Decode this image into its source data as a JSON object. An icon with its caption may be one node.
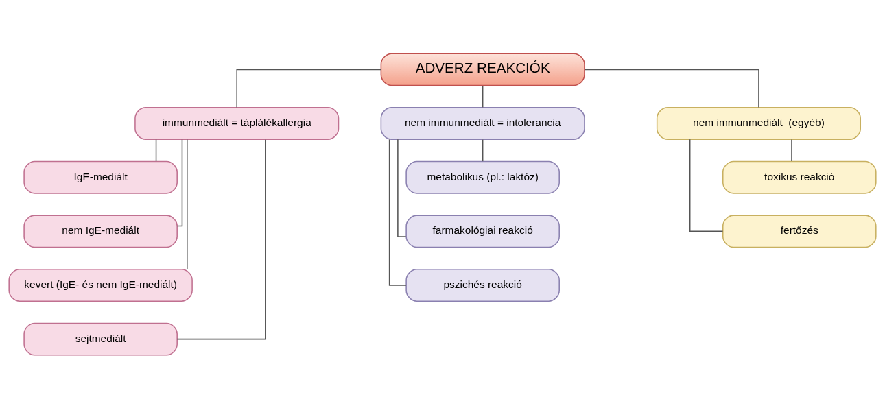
{
  "diagram": {
    "nodes": [
      {
        "text": [
          "ADVERZ REAKCIÓK"
        ]
      },
      {
        "text": [
          "immunmediált = táplálékallergia"
        ]
      },
      {
        "text": [
          "nem immunmediált = intolerancia"
        ]
      },
      {
        "text": [
          "nem immunmediált  (egyéb)"
        ]
      },
      {
        "text": [
          "IgE-mediált"
        ]
      },
      {
        "text": [
          "nem IgE-mediált"
        ]
      },
      {
        "text": [
          "kevert (IgE- és nem IgE-mediált)"
        ]
      },
      {
        "text": [
          "sejtmediált"
        ]
      },
      {
        "text": [
          "metabolikus (pl.: laktóz)"
        ]
      },
      {
        "text": [
          "farmakológiai reakció"
        ]
      },
      {
        "text": [
          "pszichés reakció"
        ]
      },
      {
        "text": [
          "toxikus reakció"
        ]
      },
      {
        "text": [
          "fertőzés"
        ]
      }
    ],
    "edges": [
      {
        "from": 0,
        "to": 1,
        "arrow": "none"
      },
      {
        "from": 0,
        "to": 2,
        "arrow": "none"
      },
      {
        "from": 0,
        "to": 3,
        "arrow": "none"
      },
      {
        "from": 1,
        "to": 4,
        "arrow": "none"
      },
      {
        "from": 1,
        "to": 5,
        "arrow": "none"
      },
      {
        "from": 1,
        "to": 6,
        "arrow": "none"
      },
      {
        "from": 1,
        "to": 7,
        "arrow": "none"
      },
      {
        "from": 2,
        "to": 8,
        "arrow": "none"
      },
      {
        "from": 2,
        "to": 9,
        "arrow": "none"
      },
      {
        "from": 2,
        "to": 10,
        "arrow": "none"
      },
      {
        "from": 3,
        "to": 11,
        "arrow": "none"
      },
      {
        "from": 3,
        "to": 12,
        "arrow": "none"
      }
    ]
  }
}
